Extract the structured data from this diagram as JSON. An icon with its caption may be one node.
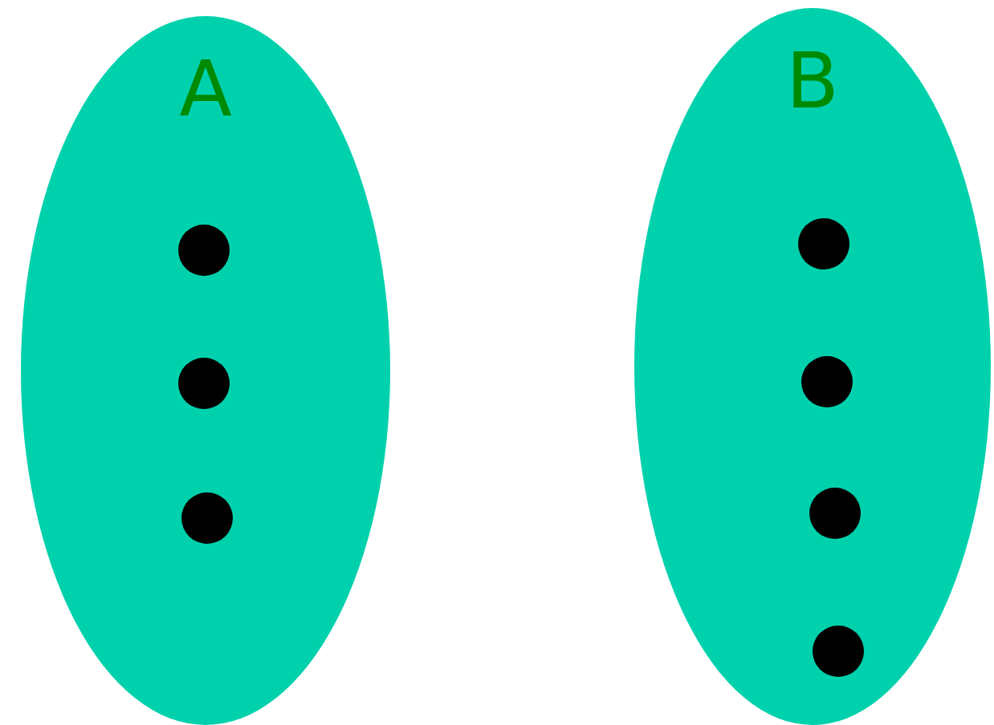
{
  "diagram": {
    "nodes": [
      {
        "text": [
          "A"
        ]
      },
      {
        "text": [],
        "shape": "circle",
        "in": 0
      },
      {
        "text": [],
        "shape": "circle",
        "in": 0
      },
      {
        "text": [],
        "shape": "circle",
        "in": 0
      },
      {
        "text": [
          "B"
        ]
      },
      {
        "text": [],
        "shape": "circle",
        "in": 4
      },
      {
        "text": [],
        "shape": "circle",
        "in": 4
      },
      {
        "text": [],
        "shape": "circle",
        "in": 4
      },
      {
        "text": [],
        "shape": "circle",
        "in": 4
      }
    ]
  }
}
